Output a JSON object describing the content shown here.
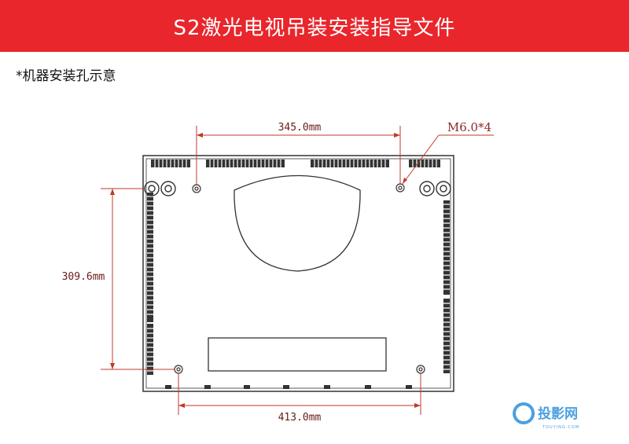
{
  "header": {
    "title": "S2激光电视吊装安装指导文件",
    "background_color": "#e8262b"
  },
  "section": {
    "label": "*机器安装孔示意"
  },
  "dimensions": {
    "top_hole_spacing": "345.0mm",
    "left_hole_spacing": "309.6mm",
    "bottom_hole_spacing": "413.0mm",
    "screw_callout": "M6.0*4"
  },
  "watermark": {
    "brand": "投影网",
    "domain": "TOUYING.COM"
  },
  "colors": {
    "dimension_line": "#c0392b",
    "outline": "#333333"
  }
}
